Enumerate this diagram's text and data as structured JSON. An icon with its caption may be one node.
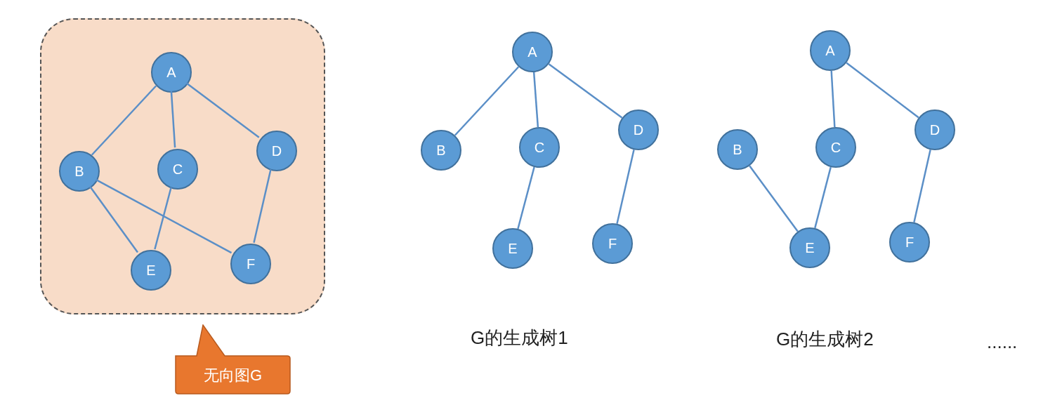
{
  "diagram": {
    "nodes": [
      {
        "text": [],
        "shape": "box"
      },
      {
        "text": [
          "A"
        ],
        "in": 0
      },
      {
        "text": [
          "B"
        ],
        "in": 0
      },
      {
        "text": [
          "C"
        ],
        "in": 0
      },
      {
        "text": [
          "D"
        ],
        "in": 0
      },
      {
        "text": [
          "E"
        ],
        "in": 0
      },
      {
        "text": [
          "F"
        ],
        "in": 0
      },
      {
        "text": [
          "无向图G"
        ]
      },
      {
        "text": [
          "A"
        ]
      },
      {
        "text": [
          "B"
        ]
      },
      {
        "text": [
          "C"
        ]
      },
      {
        "text": [
          "D"
        ]
      },
      {
        "text": [
          "E"
        ]
      },
      {
        "text": [
          "F"
        ]
      },
      {
        "text": [
          "A"
        ]
      },
      {
        "text": [
          "B"
        ]
      },
      {
        "text": [
          "C"
        ]
      },
      {
        "text": [
          "D"
        ]
      },
      {
        "text": [
          "E"
        ]
      },
      {
        "text": [
          "F"
        ]
      }
    ],
    "edges": [
      {
        "from": 1,
        "to": 2,
        "arrow": "none"
      },
      {
        "from": 1,
        "to": 3,
        "arrow": "none"
      },
      {
        "from": 1,
        "to": 4,
        "arrow": "none"
      },
      {
        "from": 2,
        "to": 5,
        "arrow": "none"
      },
      {
        "from": 2,
        "to": 6,
        "arrow": "none"
      },
      {
        "from": 3,
        "to": 5,
        "arrow": "none"
      },
      {
        "from": 4,
        "to": 6,
        "arrow": "none"
      },
      {
        "from": 8,
        "to": 9,
        "arrow": "none"
      },
      {
        "from": 8,
        "to": 10,
        "arrow": "none"
      },
      {
        "from": 8,
        "to": 11,
        "arrow": "none"
      },
      {
        "from": 10,
        "to": 12,
        "arrow": "none"
      },
      {
        "from": 11,
        "to": 13,
        "arrow": "none"
      },
      {
        "from": 14,
        "to": 16,
        "arrow": "none"
      },
      {
        "from": 14,
        "to": 17,
        "arrow": "none"
      },
      {
        "from": 15,
        "to": 18,
        "arrow": "none"
      },
      {
        "from": 16,
        "to": 18,
        "arrow": "none"
      },
      {
        "from": 17,
        "to": 19,
        "arrow": "none"
      }
    ],
    "labels": [
      "G的生成树1",
      "G的生成树2",
      "......"
    ]
  }
}
